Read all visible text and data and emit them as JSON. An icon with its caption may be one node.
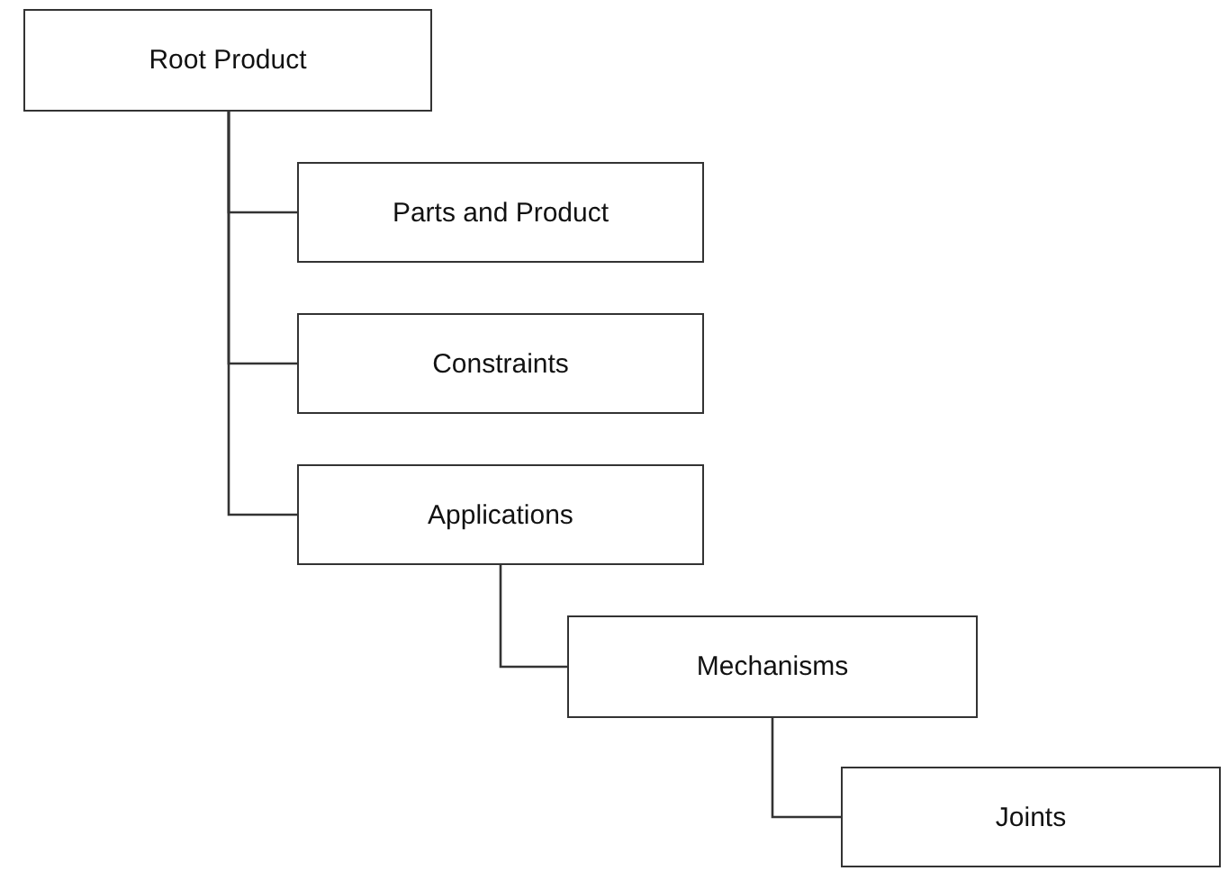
{
  "diagram": {
    "nodes": [
      {
        "text": [
          "Root Product"
        ]
      },
      {
        "text": [
          "Parts and Product"
        ]
      },
      {
        "text": [
          "Constraints"
        ]
      },
      {
        "text": [
          "Applications"
        ]
      },
      {
        "text": [
          "Mechanisms"
        ]
      },
      {
        "text": [
          "Joints"
        ]
      }
    ],
    "edges": [
      {
        "from": 0,
        "to": 1,
        "arrow": "none"
      },
      {
        "from": 0,
        "to": 2,
        "arrow": "none"
      },
      {
        "from": 0,
        "to": 3,
        "arrow": "none"
      },
      {
        "from": 3,
        "to": 4,
        "arrow": "none"
      },
      {
        "from": 4,
        "to": 5,
        "arrow": "none"
      }
    ]
  }
}
